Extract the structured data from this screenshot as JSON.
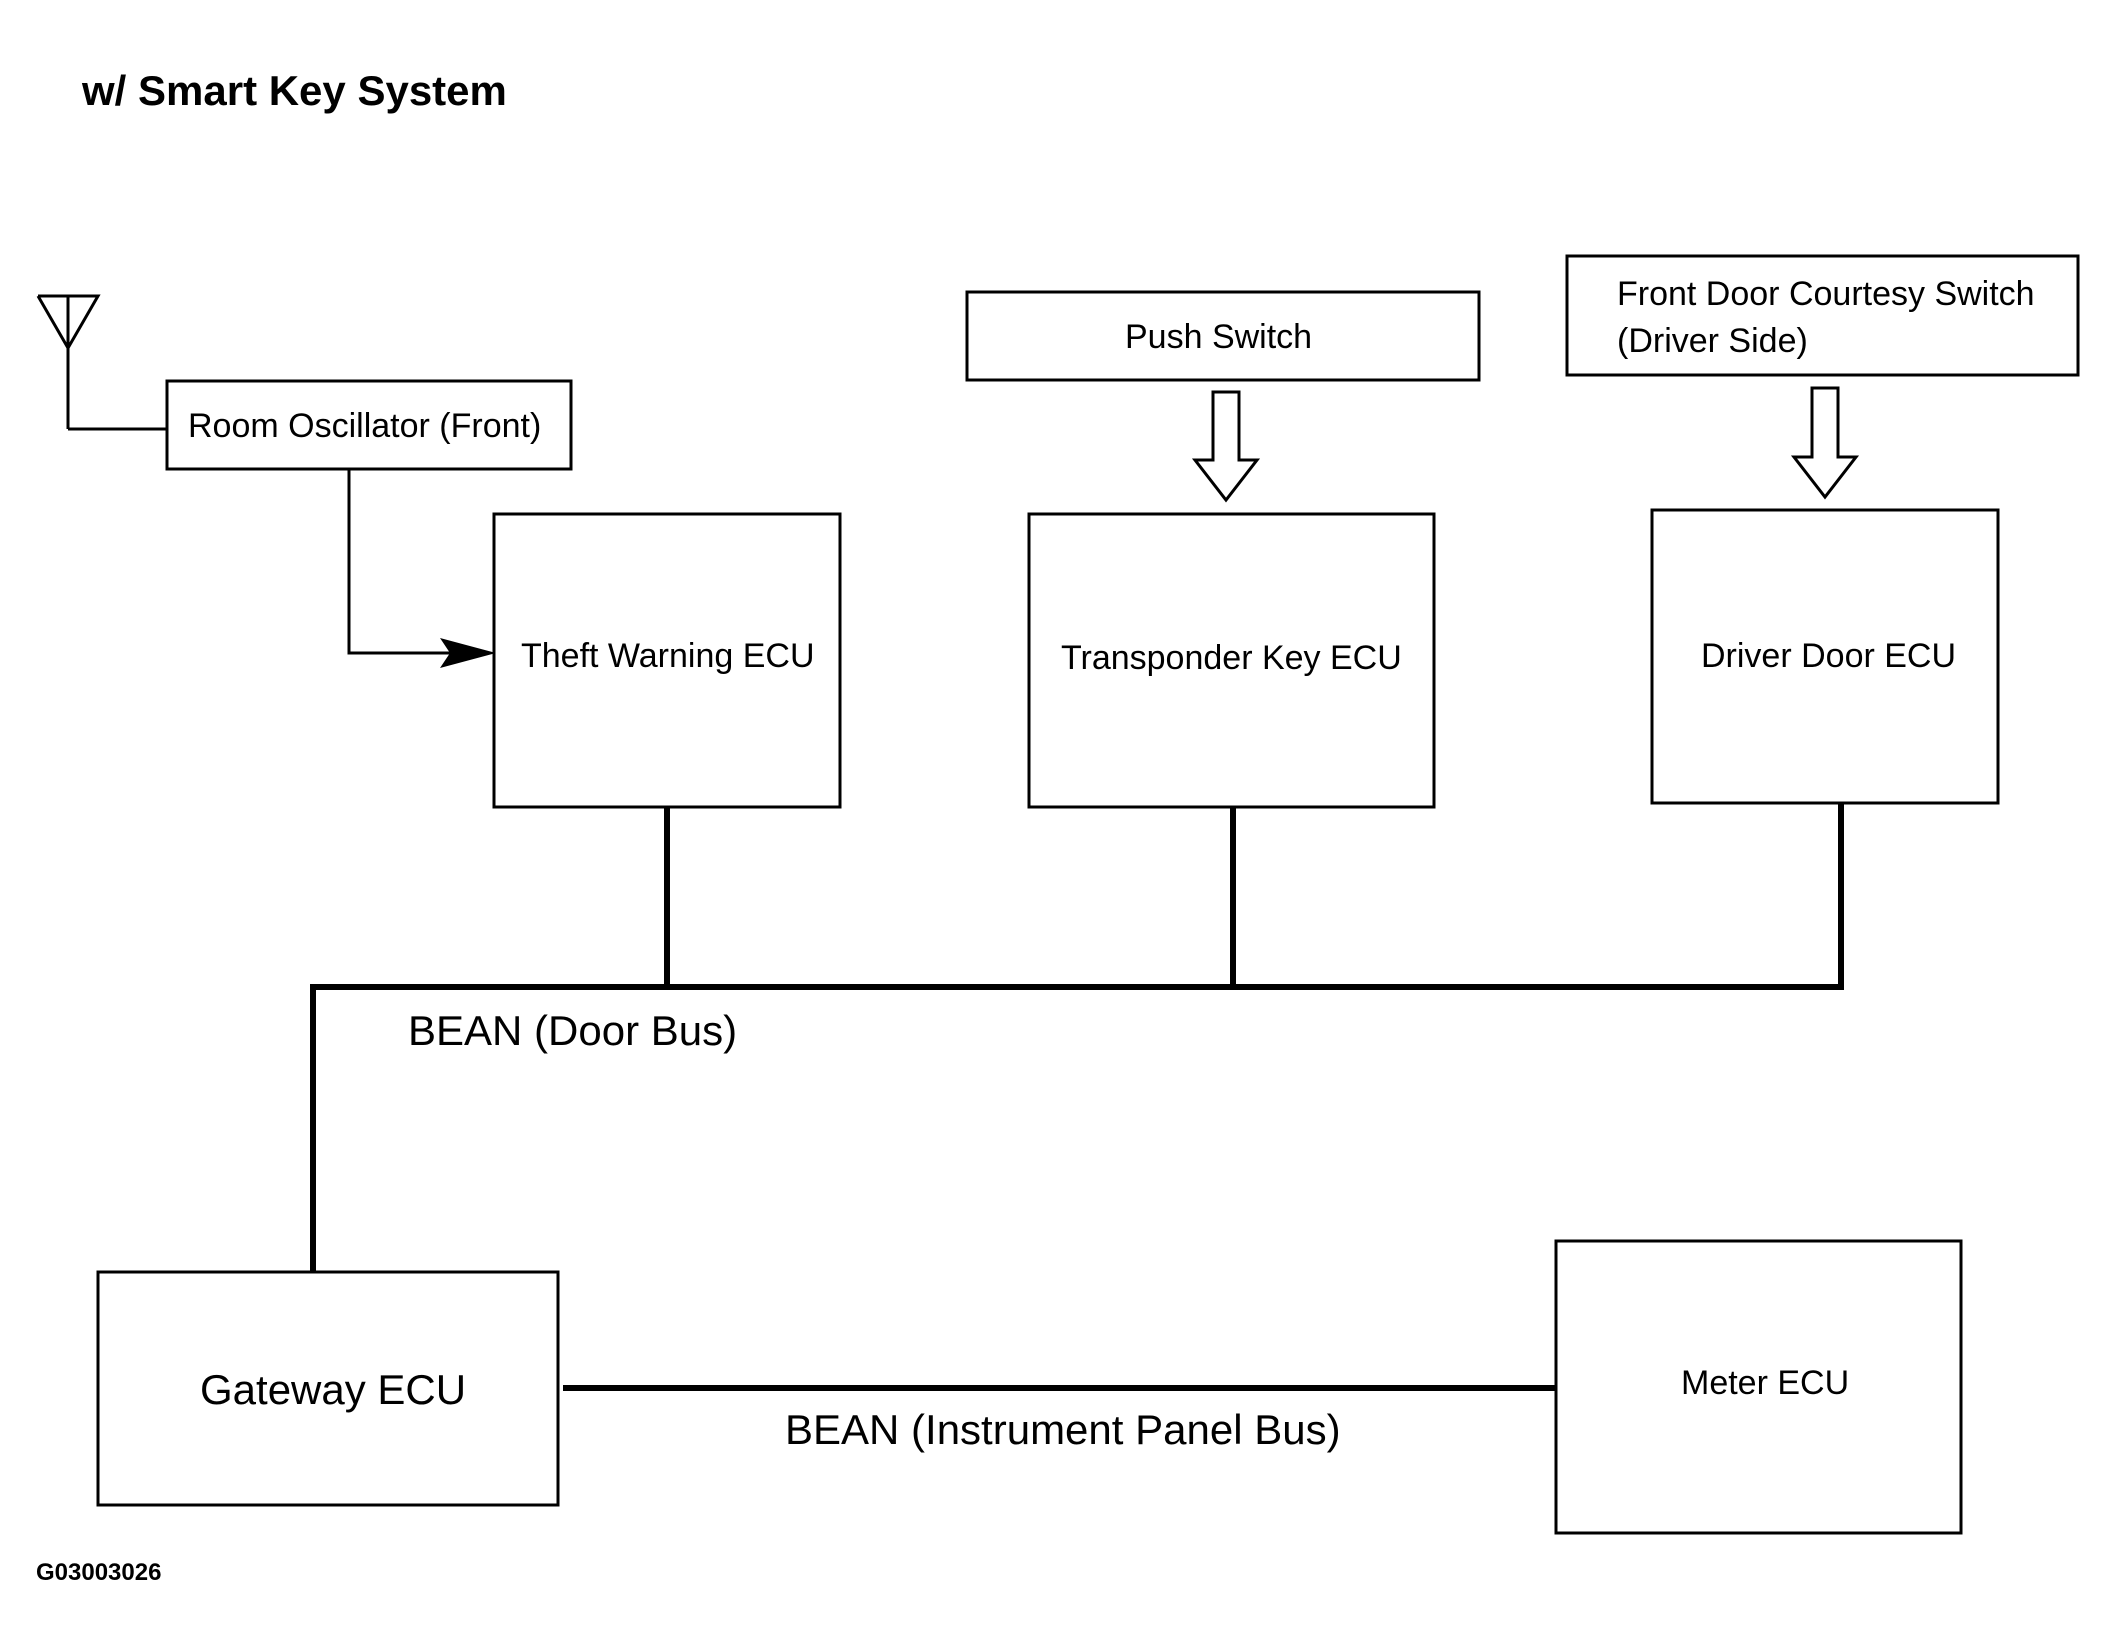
{
  "title": "w/ Smart Key System",
  "figure_code": "G03003026",
  "components": {
    "room_oscillator": "Room Oscillator (Front)",
    "push_switch": "Push Switch",
    "front_door_switch_line1": "Front Door Courtesy Switch",
    "front_door_switch_line2": "(Driver Side)",
    "theft_warning_ecu": "Theft Warning ECU",
    "transponder_key_ecu": "Transponder Key ECU",
    "driver_door_ecu": "Driver Door ECU",
    "gateway_ecu": "Gateway ECU",
    "meter_ecu": "Meter ECU"
  },
  "buses": {
    "door_bus": "BEAN (Door Bus)",
    "instrument_panel_bus": "BEAN (Instrument Panel Bus)"
  },
  "icons": {
    "antenna": "antenna-icon",
    "input_arrow": "hollow-down-arrow-icon",
    "signal_arrow": "arrowhead-right-icon"
  }
}
